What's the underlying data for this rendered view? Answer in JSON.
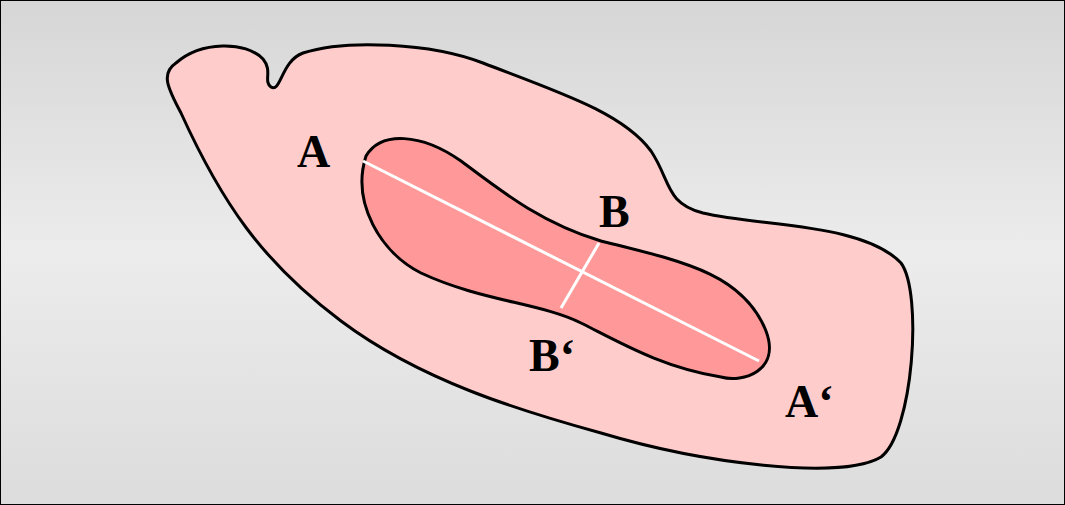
{
  "diagram": {
    "labels": [
      "A",
      "B",
      "B‘",
      "A‘"
    ]
  }
}
